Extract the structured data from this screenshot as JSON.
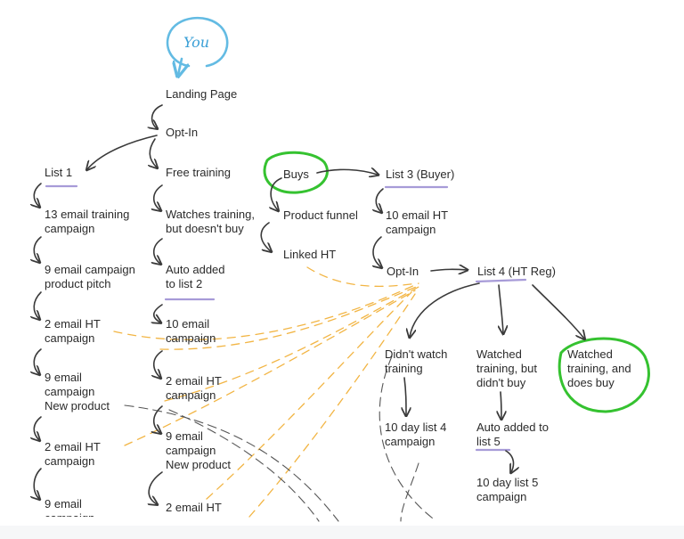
{
  "you": "You",
  "flow_left": {
    "landing_page": "Landing Page",
    "opt_in": "Opt-In",
    "list1": "List 1",
    "l1_training": [
      "13 email training",
      "campaign"
    ],
    "l1_pitch": [
      "9 email campaign",
      "product pitch"
    ],
    "l1_ht": [
      "2 email HT",
      "campaign"
    ],
    "l1_newproduct": [
      "9 email",
      "campaign",
      "New product"
    ],
    "l1_ht2": [
      "2 email HT",
      "campaign"
    ],
    "l1_bottom": [
      "9 email",
      "campaign"
    ]
  },
  "flow_mid": {
    "free_training": "Free training",
    "watches": [
      "Watches training,",
      "but doesn't buy"
    ],
    "auto_list2": [
      "Auto added",
      "to list 2"
    ],
    "email10": [
      "10 email",
      "campaign"
    ],
    "ht2": [
      "2 email HT",
      "campaign"
    ],
    "newproduct": [
      "9 email",
      "campaign",
      "New product"
    ],
    "ht_bottom": "2 email HT"
  },
  "flow_buy": {
    "buys": "Buys",
    "product_funnel": "Product funnel",
    "linked_ht": "Linked HT",
    "list3": "List 3 (Buyer)",
    "ht10": [
      "10 email HT",
      "campaign"
    ],
    "opt_in2": "Opt-In"
  },
  "flow_list4": {
    "list4": "List 4 (HT Reg)",
    "didnt_watch": [
      "Didn't watch",
      "training"
    ],
    "watched_no_buy": [
      "Watched",
      "training, but",
      "didn't buy"
    ],
    "watched_buy": [
      "Watched",
      "training, and",
      "does buy"
    ],
    "day10_list4": [
      "10 day list 4",
      "campaign"
    ],
    "auto_list5": [
      "Auto added to",
      "list 5"
    ],
    "day10_list5": [
      "10 day list 5",
      "campaign"
    ]
  },
  "colors": {
    "ink": "#3a3a3a",
    "highlight_green": "#35c230",
    "you_blue": "#63bbe3",
    "underline_purple": "#a79bd8",
    "dashed_gold": "#f2b544"
  }
}
